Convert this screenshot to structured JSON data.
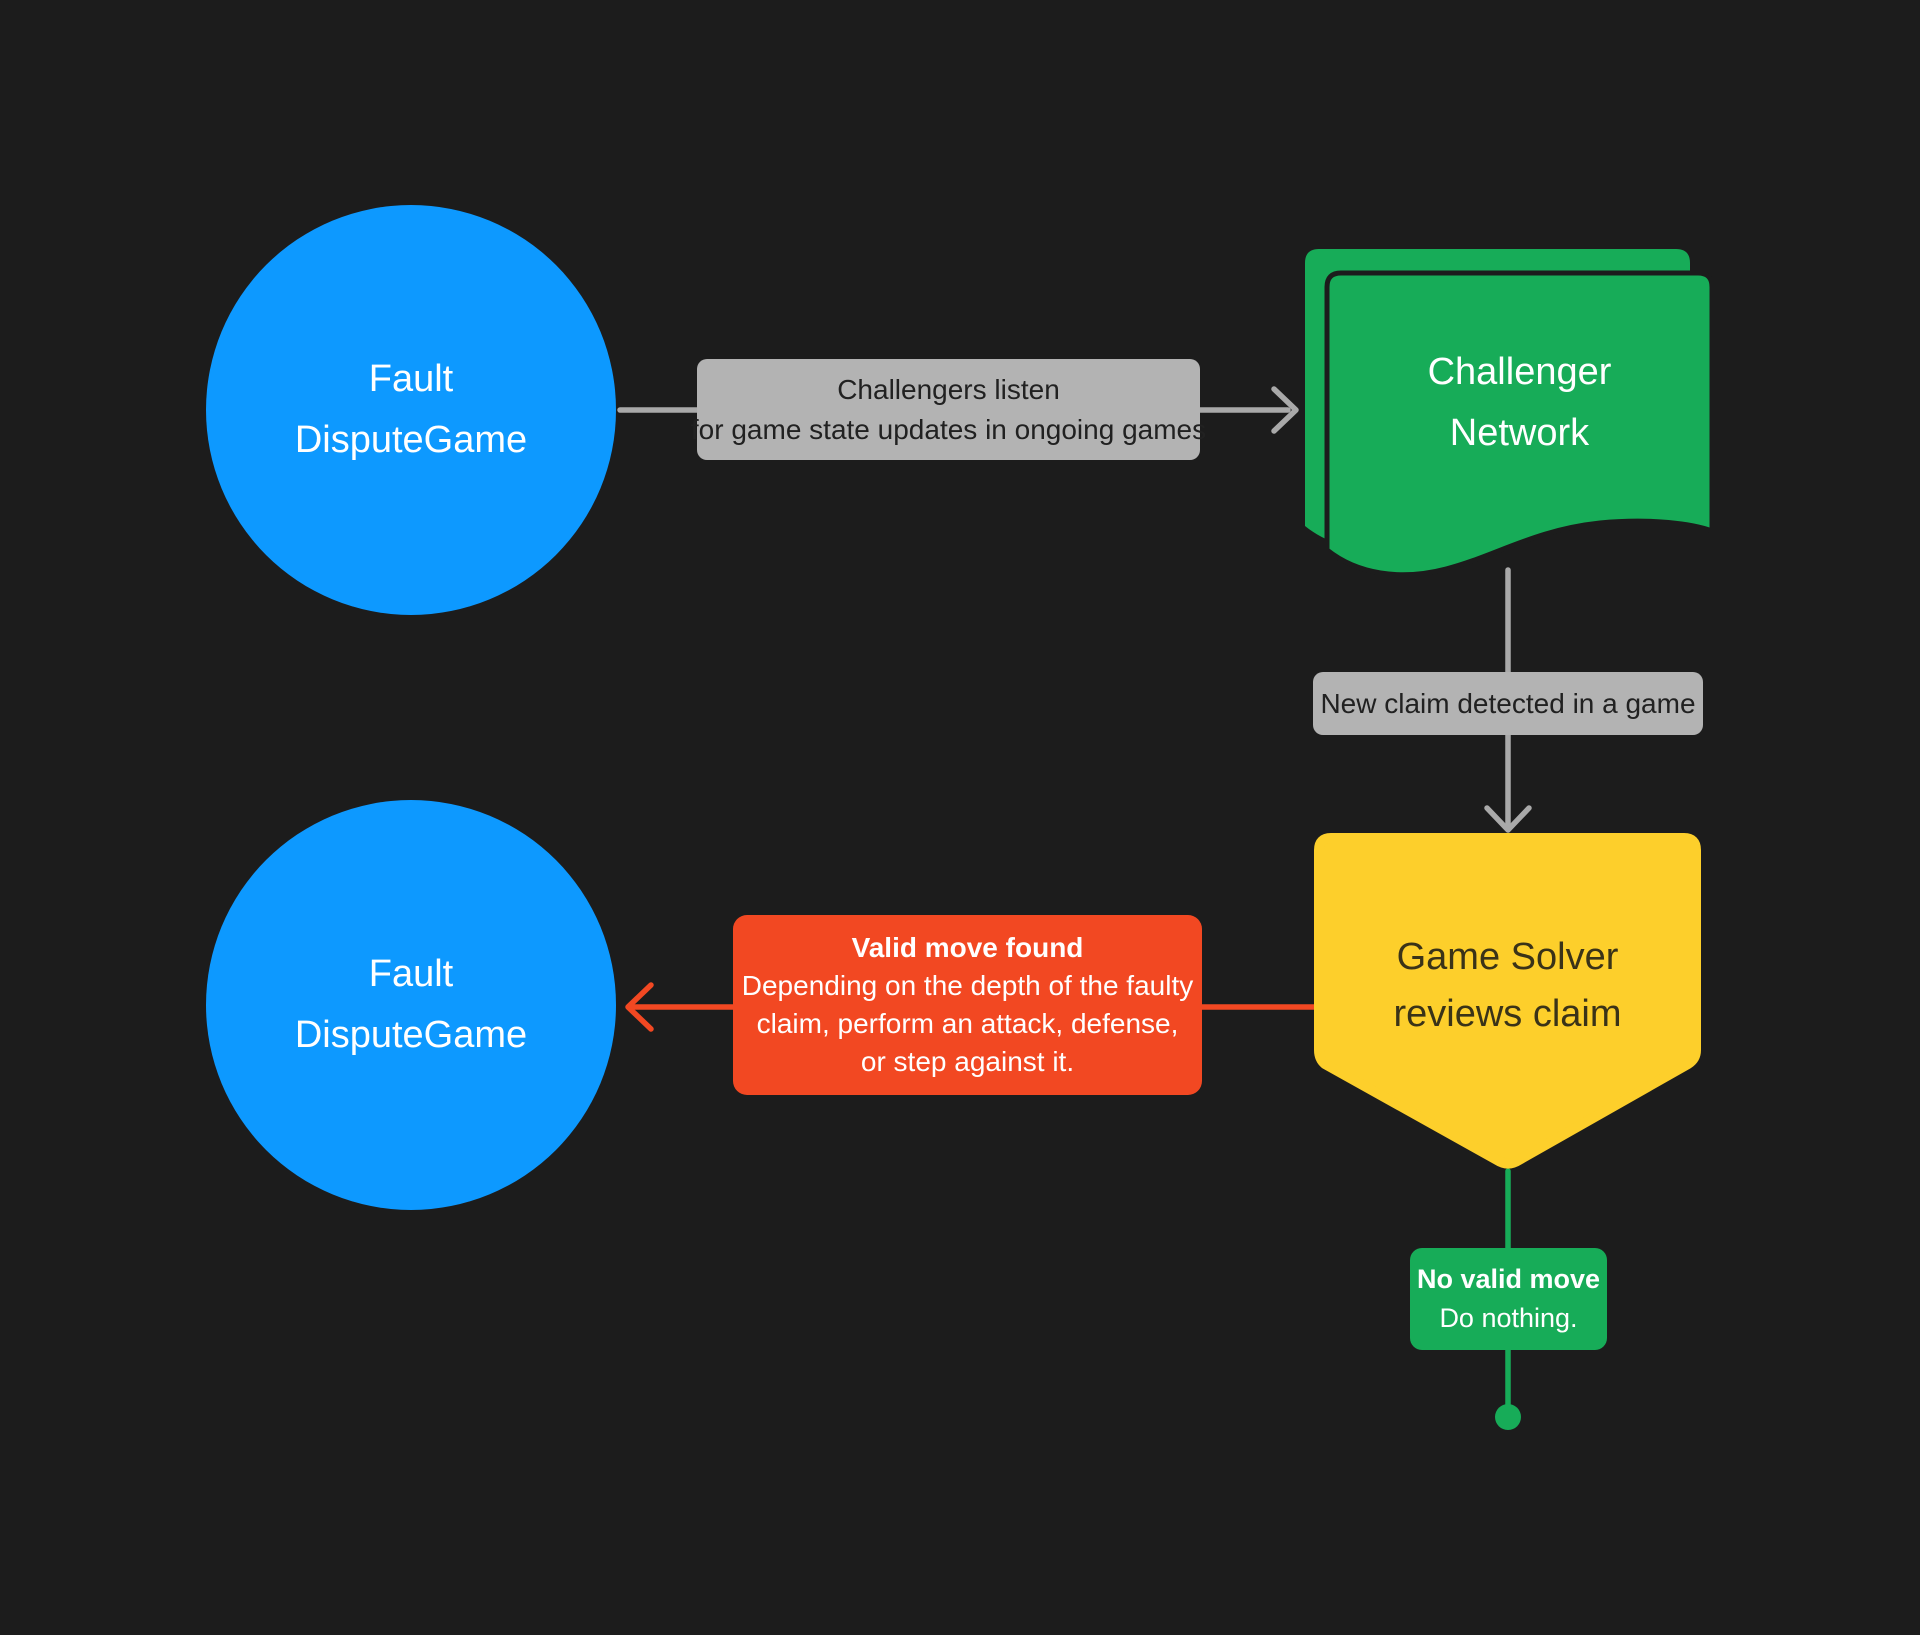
{
  "diagram": {
    "background_color": "#1C1C1C",
    "palette": {
      "node_blue": "#0D99FF",
      "node_green": "#17AC58",
      "node_yellow": "#FDCF2B",
      "node_red": "#F24822",
      "label_gray": "#B3B3B3",
      "connector_gray": "#A9A9A9",
      "dark_text": "#212121",
      "white_text": "#FFFFFF"
    },
    "nodes": {
      "fault_dispute_game_top": {
        "shape": "circle",
        "color": "#0D99FF",
        "line1": "Fault",
        "line2": "DisputeGame"
      },
      "challenger_network": {
        "shape": "multi-document",
        "color": "#17AC58",
        "line1": "Challenger",
        "line2": "Network"
      },
      "game_solver": {
        "shape": "pennant",
        "color": "#FDCF2B",
        "line1": "Game Solver",
        "line2": "reviews claim"
      },
      "fault_dispute_game_bottom": {
        "shape": "circle",
        "color": "#0D99FF",
        "line1": "Fault",
        "line2": "DisputeGame"
      }
    },
    "connectors": {
      "challengers_listen": {
        "color": "#A9A9A9",
        "label_line1": "Challengers listen",
        "label_line2": "for game state updates in ongoing games"
      },
      "new_claim": {
        "color": "#A9A9A9",
        "label": "New claim detected in a game"
      },
      "valid_move": {
        "color": "#F24822",
        "title": "Valid move found",
        "body_line1": "Depending on the depth of the faulty",
        "body_line2": "claim, perform an attack, defense,",
        "body_line3": "or step against it."
      },
      "no_valid_move": {
        "color": "#17AC58",
        "title": "No valid move",
        "body": "Do nothing."
      }
    }
  }
}
